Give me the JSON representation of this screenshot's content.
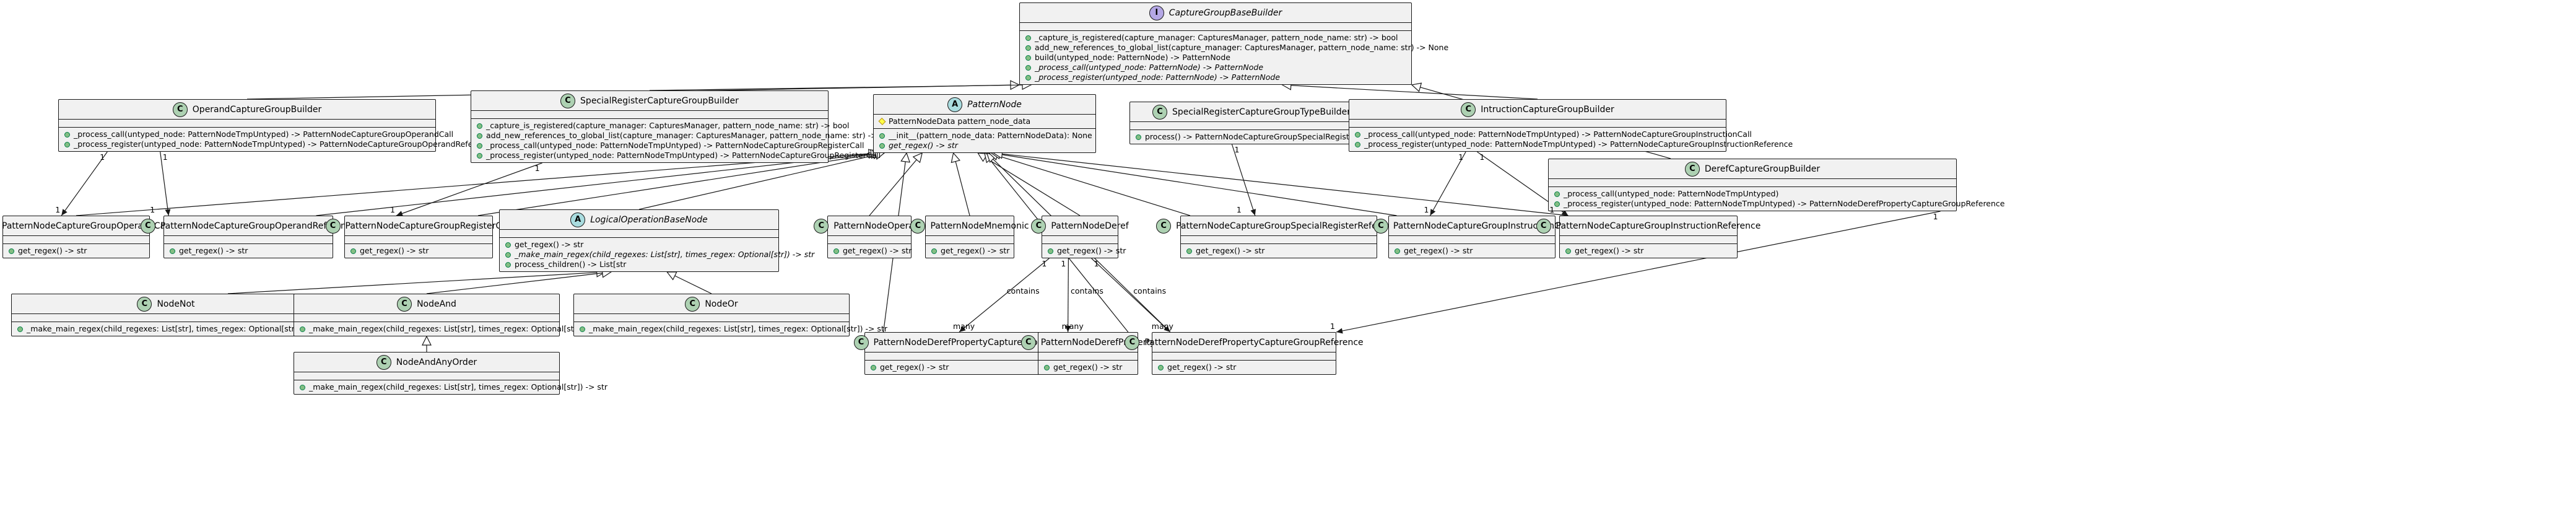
{
  "diagram": {
    "classes": [
      {
        "id": "CaptureGroupBaseBuilder",
        "name": "CaptureGroupBaseBuilder",
        "stereotype": "I",
        "abstract": true,
        "sections": [
          [],
          [
            {
              "v": "pub",
              "t": "_capture_is_registered(capture_manager: CapturesManager, pattern_node_name: str) -> bool"
            },
            {
              "v": "pub",
              "t": "add_new_references_to_global_list(capture_manager: CapturesManager, pattern_node_name: str) -> None"
            },
            {
              "v": "pub",
              "t": "build(untyped_node: PatternNode) -> PatternNode"
            },
            {
              "v": "pub",
              "t": "_process_call(untyped_node: PatternNode) -> PatternNode",
              "abs": true
            },
            {
              "v": "pub",
              "t": "_process_register(untyped_node: PatternNode) -> PatternNode",
              "abs": true
            }
          ]
        ]
      },
      {
        "id": "OperandCaptureGroupBuilder",
        "name": "OperandCaptureGroupBuilder",
        "stereotype": "C",
        "sections": [
          [],
          [
            {
              "v": "pub",
              "t": "_process_call(untyped_node: PatternNodeTmpUntyped) -> PatternNodeCaptureGroupOperandCall"
            },
            {
              "v": "pub",
              "t": "_process_register(untyped_node: PatternNodeTmpUntyped) -> PatternNodeCaptureGroupOperandReference"
            }
          ]
        ]
      },
      {
        "id": "SpecialRegisterCaptureGroupBuilder",
        "name": "SpecialRegisterCaptureGroupBuilder",
        "stereotype": "C",
        "sections": [
          [],
          [
            {
              "v": "pub",
              "t": "_capture_is_registered(capture_manager: CapturesManager, pattern_node_name: str) -> bool"
            },
            {
              "v": "pub",
              "t": "add_new_references_to_global_list(capture_manager: CapturesManager, pattern_node_name: str) -> None"
            },
            {
              "v": "pub",
              "t": "_process_call(untyped_node: PatternNodeTmpUntyped) -> PatternNodeCaptureGroupRegisterCall"
            },
            {
              "v": "pub",
              "t": "_process_register(untyped_node: PatternNodeTmpUntyped) -> PatternNodeCaptureGroupRegisterCall"
            }
          ]
        ]
      },
      {
        "id": "PatternNode",
        "name": "PatternNode",
        "stereotype": "A",
        "abstract": true,
        "sections": [
          [
            {
              "v": "prot",
              "t": "PatternNodeData pattern_node_data"
            }
          ],
          [
            {
              "v": "pub",
              "t": "__init__(pattern_node_data: PatternNodeData): None"
            },
            {
              "v": "pub",
              "t": "get_regex() -> str",
              "abs": true
            }
          ]
        ]
      },
      {
        "id": "SpecialRegisterCaptureGroupTypeBuilder",
        "name": "SpecialRegisterCaptureGroupTypeBuilder",
        "stereotype": "C",
        "sections": [
          [],
          [
            {
              "v": "pub",
              "t": "process() -> PatternNodeCaptureGroupSpecialRegisterReference"
            }
          ]
        ]
      },
      {
        "id": "IntructionCaptureGroupBuilder",
        "name": "IntructionCaptureGroupBuilder",
        "stereotype": "C",
        "sections": [
          [],
          [
            {
              "v": "pub",
              "t": "_process_call(untyped_node: PatternNodeTmpUntyped) -> PatternNodeCaptureGroupInstructionCall"
            },
            {
              "v": "pub",
              "t": "_process_register(untyped_node: PatternNodeTmpUntyped) -> PatternNodeCaptureGroupInstructionReference"
            }
          ]
        ]
      },
      {
        "id": "DerefCaptureGroupBuilder",
        "name": "DerefCaptureGroupBuilder",
        "stereotype": "C",
        "sections": [
          [],
          [
            {
              "v": "pub",
              "t": "_process_call(untyped_node: PatternNodeTmpUntyped)"
            },
            {
              "v": "pub",
              "t": "_process_register(untyped_node: PatternNodeTmpUntyped) -> PatternNodeDerefPropertyCaptureGroupReference"
            }
          ]
        ]
      },
      {
        "id": "PatternNodeCaptureGroupOperandCall",
        "name": "PatternNodeCaptureGroupOperandCall",
        "stereotype": "C",
        "sections": [
          [],
          [
            {
              "v": "pub",
              "t": "get_regex() -> str"
            }
          ]
        ]
      },
      {
        "id": "PatternNodeCaptureGroupOperandReference",
        "name": "PatternNodeCaptureGroupOperandReference",
        "stereotype": "C",
        "sections": [
          [],
          [
            {
              "v": "pub",
              "t": "get_regex() -> str"
            }
          ]
        ]
      },
      {
        "id": "PatternNodeCaptureGroupRegisterCall",
        "name": "PatternNodeCaptureGroupRegisterCall",
        "stereotype": "C",
        "sections": [
          [],
          [
            {
              "v": "pub",
              "t": "get_regex() -> str"
            }
          ]
        ]
      },
      {
        "id": "LogicalOperationBaseNode",
        "name": "LogicalOperationBaseNode",
        "stereotype": "A",
        "abstract": true,
        "sections": [
          [],
          [
            {
              "v": "pub",
              "t": "get_regex() -> str"
            },
            {
              "v": "pub",
              "t": "_make_main_regex(child_regexes: List[str], times_regex: Optional[str]) -> str",
              "abs": true
            },
            {
              "v": "pub",
              "t": "process_children() -> List[str"
            }
          ]
        ]
      },
      {
        "id": "PatternNodeOperand",
        "name": "PatternNodeOperand",
        "stereotype": "C",
        "sections": [
          [],
          [
            {
              "v": "pub",
              "t": "get_regex() -> str"
            }
          ]
        ]
      },
      {
        "id": "PatternNodeMnemonic",
        "name": "PatternNodeMnemonic",
        "stereotype": "C",
        "sections": [
          [],
          [
            {
              "v": "pub",
              "t": "get_regex() -> str"
            }
          ]
        ]
      },
      {
        "id": "PatternNodeDeref",
        "name": "PatternNodeDeref",
        "stereotype": "C",
        "sections": [
          [],
          [
            {
              "v": "pub",
              "t": "get_regex() -> str"
            }
          ]
        ]
      },
      {
        "id": "PatternNodeCaptureGroupSpecialRegisterReference",
        "name": "PatternNodeCaptureGroupSpecialRegisterReference",
        "stereotype": "C",
        "sections": [
          [],
          [
            {
              "v": "pub",
              "t": "get_regex() -> str"
            }
          ]
        ]
      },
      {
        "id": "PatternNodeCaptureGroupInstructionCall",
        "name": "PatternNodeCaptureGroupInstructionCall",
        "stereotype": "C",
        "sections": [
          [],
          [
            {
              "v": "pub",
              "t": "get_regex() -> str"
            }
          ]
        ]
      },
      {
        "id": "PatternNodeCaptureGroupInstructionReference",
        "name": "PatternNodeCaptureGroupInstructionReference",
        "stereotype": "C",
        "sections": [
          [],
          [
            {
              "v": "pub",
              "t": "get_regex() -> str"
            }
          ]
        ]
      },
      {
        "id": "NodeNot",
        "name": "NodeNot",
        "stereotype": "C",
        "sections": [
          [],
          [
            {
              "v": "pub",
              "t": "_make_main_regex(child_regexes: List[str], times_regex: Optional[str]) -> str"
            }
          ]
        ]
      },
      {
        "id": "NodeAnd",
        "name": "NodeAnd",
        "stereotype": "C",
        "sections": [
          [],
          [
            {
              "v": "pub",
              "t": "_make_main_regex(child_regexes: List[str], times_regex: Optional[str]) -> str"
            }
          ]
        ]
      },
      {
        "id": "NodeOr",
        "name": "NodeOr",
        "stereotype": "C",
        "sections": [
          [],
          [
            {
              "v": "pub",
              "t": "_make_main_regex(child_regexes: List[str], times_regex: Optional[str]) -> str"
            }
          ]
        ]
      },
      {
        "id": "PatternNodeDerefPropertyCaptureGroupCall",
        "name": "PatternNodeDerefPropertyCaptureGroupCall",
        "stereotype": "C",
        "sections": [
          [],
          [
            {
              "v": "pub",
              "t": "get_regex() -> str"
            }
          ]
        ]
      },
      {
        "id": "PatternNodeDerefProperty",
        "name": "PatternNodeDerefProperty",
        "stereotype": "C",
        "sections": [
          [],
          [
            {
              "v": "pub",
              "t": "get_regex() -> str"
            }
          ]
        ]
      },
      {
        "id": "PatternNodeDerefPropertyCaptureGroupReference",
        "name": "PatternNodeDerefPropertyCaptureGroupReference",
        "stereotype": "C",
        "sections": [
          [],
          [
            {
              "v": "pub",
              "t": "get_regex() -> str"
            }
          ]
        ]
      },
      {
        "id": "NodeAndAnyOrder",
        "name": "NodeAndAnyOrder",
        "stereotype": "C",
        "sections": [
          [],
          [
            {
              "v": "pub",
              "t": "_make_main_regex(child_regexes: List[str], times_regex: Optional[str]) -> str"
            }
          ]
        ]
      }
    ],
    "relations": [
      {
        "from": "OperandCaptureGroupBuilder",
        "to": "CaptureGroupBaseBuilder",
        "kind": "extends"
      },
      {
        "from": "SpecialRegisterCaptureGroupBuilder",
        "to": "CaptureGroupBaseBuilder",
        "kind": "extends"
      },
      {
        "from": "IntructionCaptureGroupBuilder",
        "to": "CaptureGroupBaseBuilder",
        "kind": "extends"
      },
      {
        "from": "DerefCaptureGroupBuilder",
        "to": "CaptureGroupBaseBuilder",
        "kind": "extends"
      },
      {
        "from": "PatternNodeCaptureGroupOperandCall",
        "to": "PatternNode",
        "kind": "extends"
      },
      {
        "from": "PatternNodeCaptureGroupOperandReference",
        "to": "PatternNode",
        "kind": "extends"
      },
      {
        "from": "PatternNodeCaptureGroupRegisterCall",
        "to": "PatternNode",
        "kind": "extends"
      },
      {
        "from": "LogicalOperationBaseNode",
        "to": "PatternNode",
        "kind": "extends"
      },
      {
        "from": "PatternNodeOperand",
        "to": "PatternNode",
        "kind": "extends"
      },
      {
        "from": "PatternNodeMnemonic",
        "to": "PatternNode",
        "kind": "extends"
      },
      {
        "from": "PatternNodeDeref",
        "to": "PatternNode",
        "kind": "extends"
      },
      {
        "from": "PatternNodeDerefPropertyCaptureGroupCall",
        "to": "PatternNode",
        "kind": "extends"
      },
      {
        "from": "PatternNodeDerefProperty",
        "to": "PatternNode",
        "kind": "extends"
      },
      {
        "from": "PatternNodeDerefPropertyCaptureGroupReference",
        "to": "PatternNode",
        "kind": "extends"
      },
      {
        "from": "PatternNodeCaptureGroupSpecialRegisterReference",
        "to": "PatternNode",
        "kind": "extends"
      },
      {
        "from": "PatternNodeCaptureGroupInstructionCall",
        "to": "PatternNode",
        "kind": "extends"
      },
      {
        "from": "PatternNodeCaptureGroupInstructionReference",
        "to": "PatternNode",
        "kind": "extends"
      },
      {
        "from": "NodeNot",
        "to": "LogicalOperationBaseNode",
        "kind": "extends"
      },
      {
        "from": "NodeAnd",
        "to": "LogicalOperationBaseNode",
        "kind": "extends"
      },
      {
        "from": "NodeOr",
        "to": "LogicalOperationBaseNode",
        "kind": "extends"
      },
      {
        "from": "NodeAndAnyOrder",
        "to": "NodeAnd",
        "kind": "extends"
      },
      {
        "from": "OperandCaptureGroupBuilder",
        "to": "PatternNodeCaptureGroupOperandCall",
        "kind": "assoc",
        "m1": "1",
        "m2": "1"
      },
      {
        "from": "OperandCaptureGroupBuilder",
        "to": "PatternNodeCaptureGroupOperandReference",
        "kind": "assoc",
        "m1": "1",
        "m2": "1"
      },
      {
        "from": "SpecialRegisterCaptureGroupBuilder",
        "to": "PatternNodeCaptureGroupRegisterCall",
        "kind": "assoc",
        "m1": "1",
        "m2": "1"
      },
      {
        "from": "SpecialRegisterCaptureGroupTypeBuilder",
        "to": "PatternNodeCaptureGroupSpecialRegisterReference",
        "kind": "assoc",
        "m1": "1",
        "m2": "1"
      },
      {
        "from": "IntructionCaptureGroupBuilder",
        "to": "PatternNodeCaptureGroupInstructionCall",
        "kind": "assoc",
        "m1": "1",
        "m2": "1"
      },
      {
        "from": "IntructionCaptureGroupBuilder",
        "to": "PatternNodeCaptureGroupInstructionReference",
        "kind": "assoc",
        "m1": "1",
        "m2": "1"
      },
      {
        "from": "DerefCaptureGroupBuilder",
        "to": "PatternNodeDerefPropertyCaptureGroupReference",
        "kind": "assoc",
        "m1": "1",
        "m2": "1"
      },
      {
        "from": "PatternNodeDeref",
        "to": "PatternNodeDerefPropertyCaptureGroupCall",
        "kind": "assoc",
        "m1": "1",
        "label": "contains",
        "m2": "many"
      },
      {
        "from": "PatternNodeDeref",
        "to": "PatternNodeDerefProperty",
        "kind": "assoc",
        "m1": "1",
        "label": "contains",
        "m2": "many"
      },
      {
        "from": "PatternNodeDeref",
        "to": "PatternNodeDerefPropertyCaptureGroupReference",
        "kind": "assoc",
        "m1": "1",
        "label": "contains",
        "m2": "many"
      }
    ]
  }
}
